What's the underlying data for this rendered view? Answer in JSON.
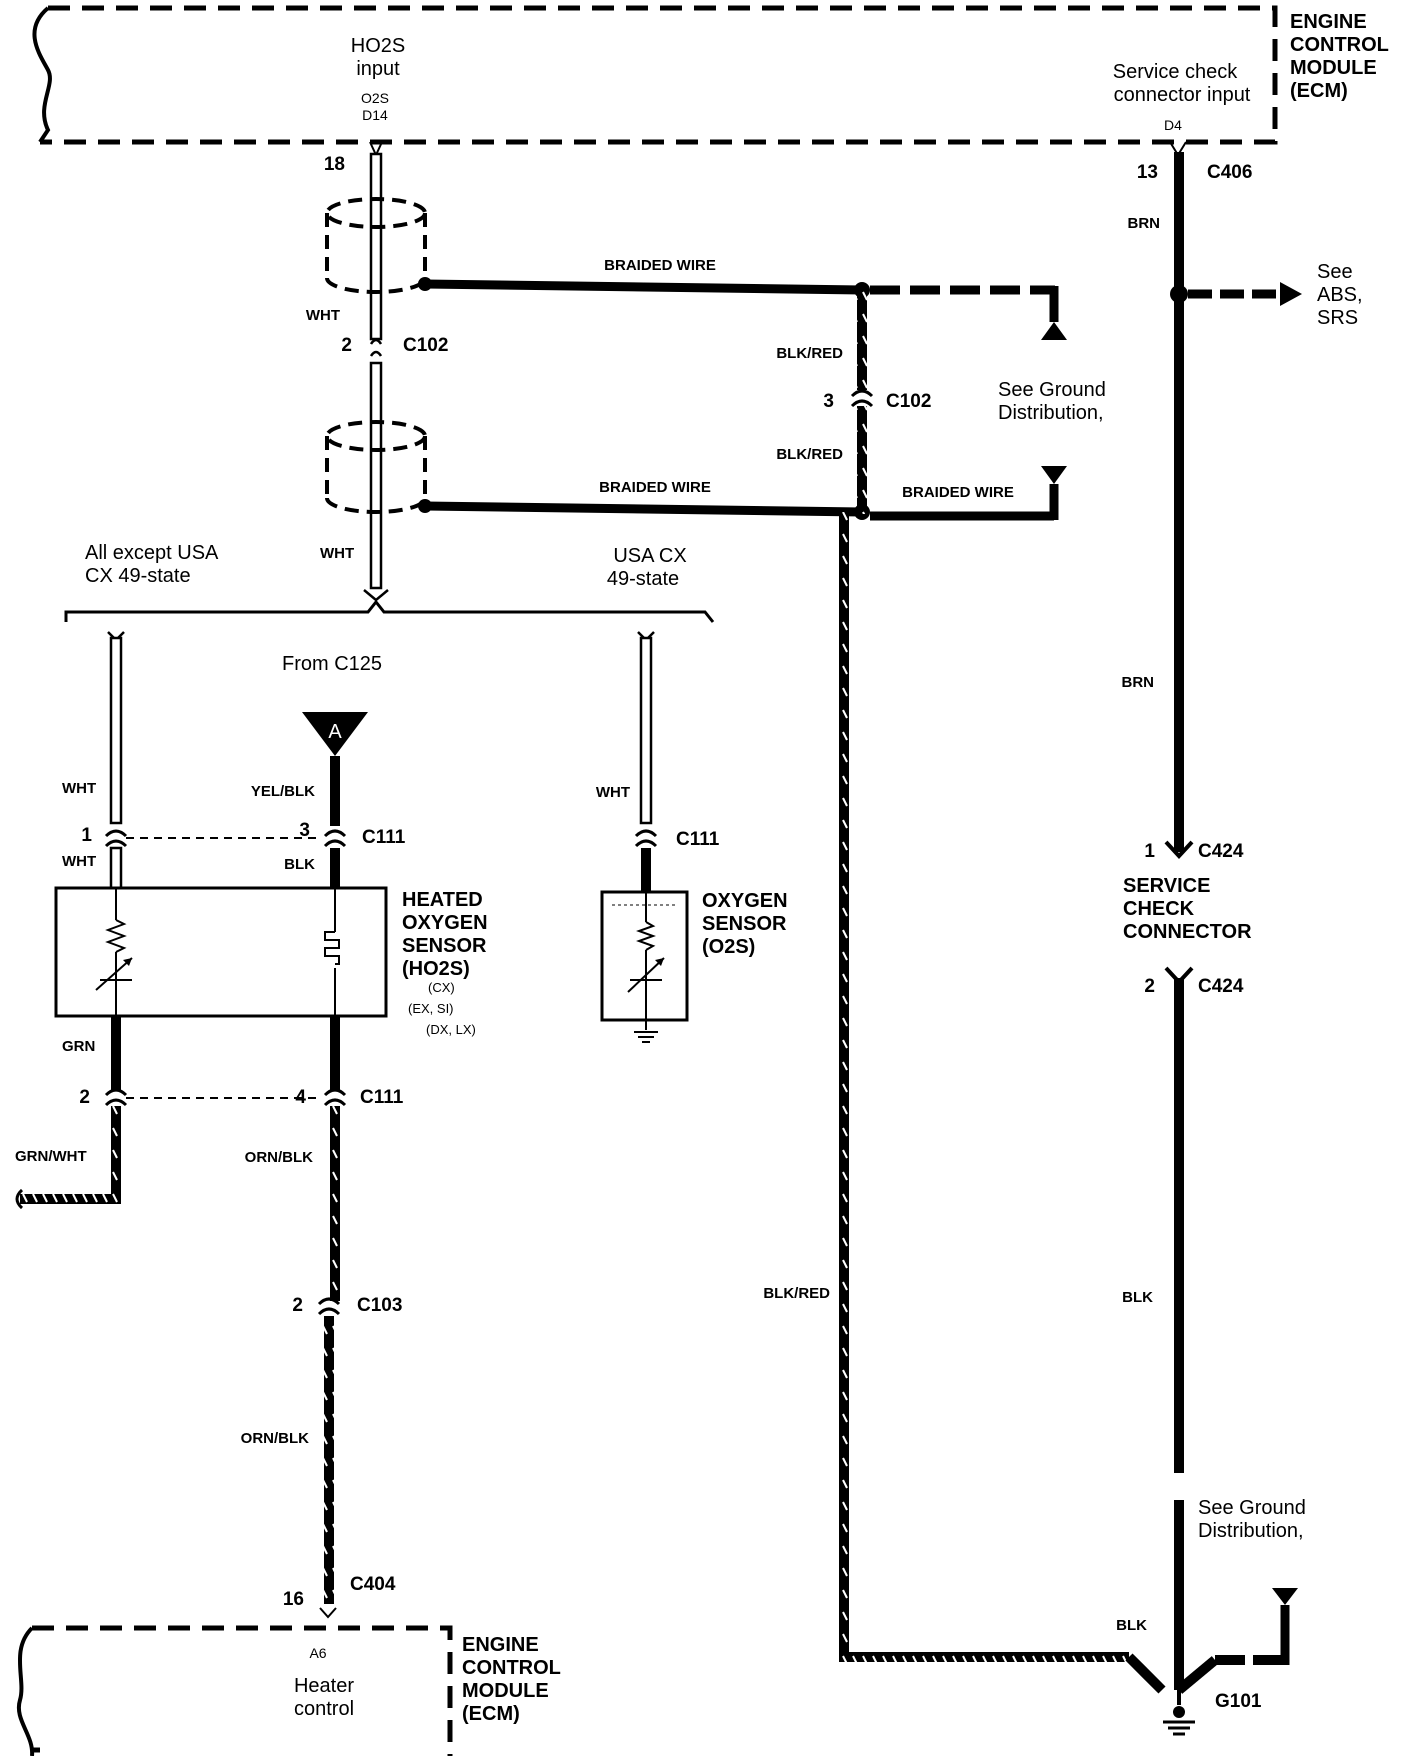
{
  "ecm_top": {
    "title_lines": [
      "ENGINE",
      "CONTROL",
      "MODULE",
      "(ECM)"
    ],
    "ho2s_input": [
      "HO2S",
      "input"
    ],
    "o2s_term": [
      "O2S",
      "D14"
    ],
    "svc_input": [
      "Service check",
      "connector input"
    ],
    "svc_term": "D4"
  },
  "ecm_bottom": {
    "title_lines": [
      "ENGINE",
      "CONTROL",
      "MODULE",
      "(ECM)"
    ],
    "terminal": "A6",
    "heater": [
      "Heater",
      "control"
    ]
  },
  "pins": {
    "p18": "18",
    "p2_c102": "2",
    "c102_a": "C102",
    "p3_c102": "3",
    "c102_b": "C102",
    "p13": "13",
    "c406": "C406",
    "p1_c111": "1",
    "p3_c111": "3",
    "c111_a": "C111",
    "c111_b": "C111",
    "p2_c111": "2",
    "p4_c111": "4",
    "c111_c": "C111",
    "p2_c103": "2",
    "c103": "C103",
    "p16": "16",
    "c404": "C404",
    "p1_c424": "1",
    "c424_a": "C424",
    "p2_c424": "2",
    "c424_b": "C424",
    "g101": "G101"
  },
  "wires": {
    "wht1": "WHT",
    "wht2": "WHT",
    "braided1": "BRAIDED WIRE",
    "braided2": "BRAIDED WIRE",
    "braided3": "BRAIDED WIRE",
    "blkred1": "BLK/RED",
    "blkred2": "BLK/RED",
    "blkred3": "BLK/RED",
    "brn1": "BRN",
    "brn2": "BRN",
    "wht_l": "WHT",
    "wht_l2": "WHT",
    "yelblk": "YEL/BLK",
    "blk_h": "BLK",
    "wht_r": "WHT",
    "grn": "GRN",
    "grnwht": "GRN/WHT",
    "ornblk1": "ORN/BLK",
    "ornblk2": "ORN/BLK",
    "blk1": "BLK",
    "blk2": "BLK"
  },
  "labels": {
    "see_abs": [
      "See",
      "ABS,",
      "SRS"
    ],
    "see_ground1": [
      "See Ground",
      "Distribution,"
    ],
    "see_ground2": [
      "See Ground",
      "Distribution,"
    ],
    "all_except": [
      "All except USA",
      "CX 49-state"
    ],
    "usa_cx": [
      "USA CX",
      "49-state"
    ],
    "from_c125": "From C125",
    "conn_a": "A",
    "ho2s": [
      "HEATED",
      "OXYGEN",
      "SENSOR",
      "(HO2S)"
    ],
    "ho2s_models": [
      "(CX)",
      "(EX, SI)",
      "(DX, LX)"
    ],
    "o2s": [
      "OXYGEN",
      "SENSOR",
      "(O2S)"
    ],
    "svc_conn": [
      "SERVICE",
      "CHECK",
      "CONNECTOR"
    ]
  }
}
